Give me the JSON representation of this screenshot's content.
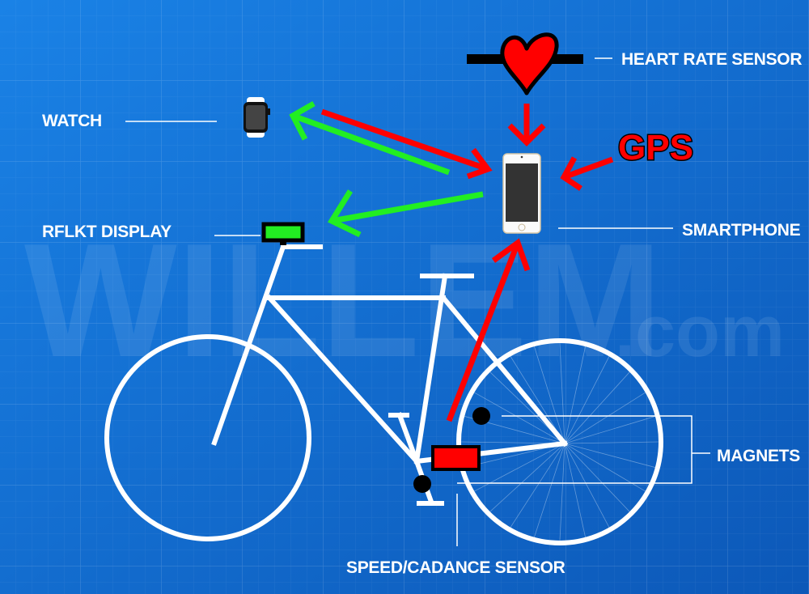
{
  "watermark": {
    "main": "WILLEM",
    "suffix": ".com"
  },
  "labels": {
    "watch": "WATCH",
    "rflkt_display": "RFLKT DISPLAY",
    "heart_rate_sensor": "HEART RATE SENSOR",
    "gps": "GPS",
    "smartphone": "SMARTPHONE",
    "magnets": "MAGNETS",
    "speed_cadence_sensor": "SPEED/CADANCE SENSOR"
  },
  "colors": {
    "background": "#1672d8",
    "data_to_phone": "#ff0000",
    "phone_to_displays": "#22ee22",
    "bike": "#ffffff",
    "rflkt_screen": "#22ee22",
    "sensor": "#ff0000"
  },
  "icons": [
    "heart-icon",
    "watch-icon",
    "smartphone-icon",
    "bicycle-icon"
  ]
}
